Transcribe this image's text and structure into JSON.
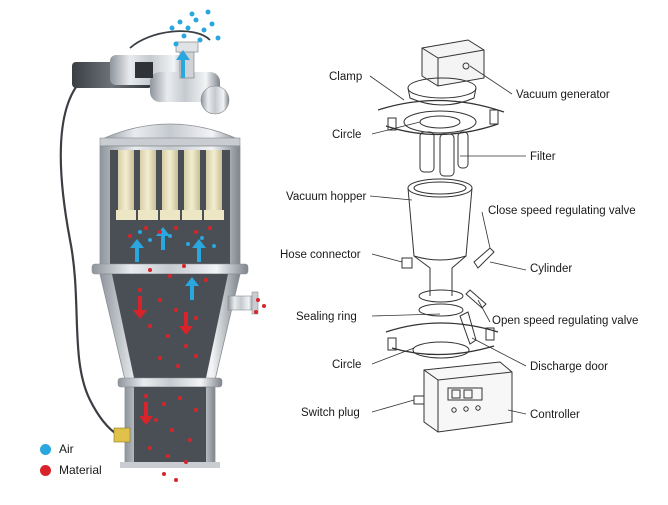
{
  "legend": [
    {
      "label": "Air",
      "color": "#2aa7df"
    },
    {
      "label": "Material",
      "color": "#d9232a"
    }
  ],
  "labels": {
    "clamp": "Clamp",
    "circle_top": "Circle",
    "vacuum_hopper": "Vacuum hopper",
    "hose_connector": "Hose connector",
    "sealing_ring": "Sealing ring",
    "circle_bottom": "Circle",
    "switch_plug": "Switch plug",
    "vacuum_generator": "Vacuum generator",
    "filter": "Filter",
    "close_valve": "Close speed regulating valve",
    "cylinder": "Cylinder",
    "open_valve": "Open speed regulating valve",
    "discharge_door": "Discharge door",
    "controller": "Controller"
  },
  "colors": {
    "air": "#2aa7df",
    "material": "#d9232a",
    "steel": "#b9bec4",
    "line": "#333333"
  }
}
